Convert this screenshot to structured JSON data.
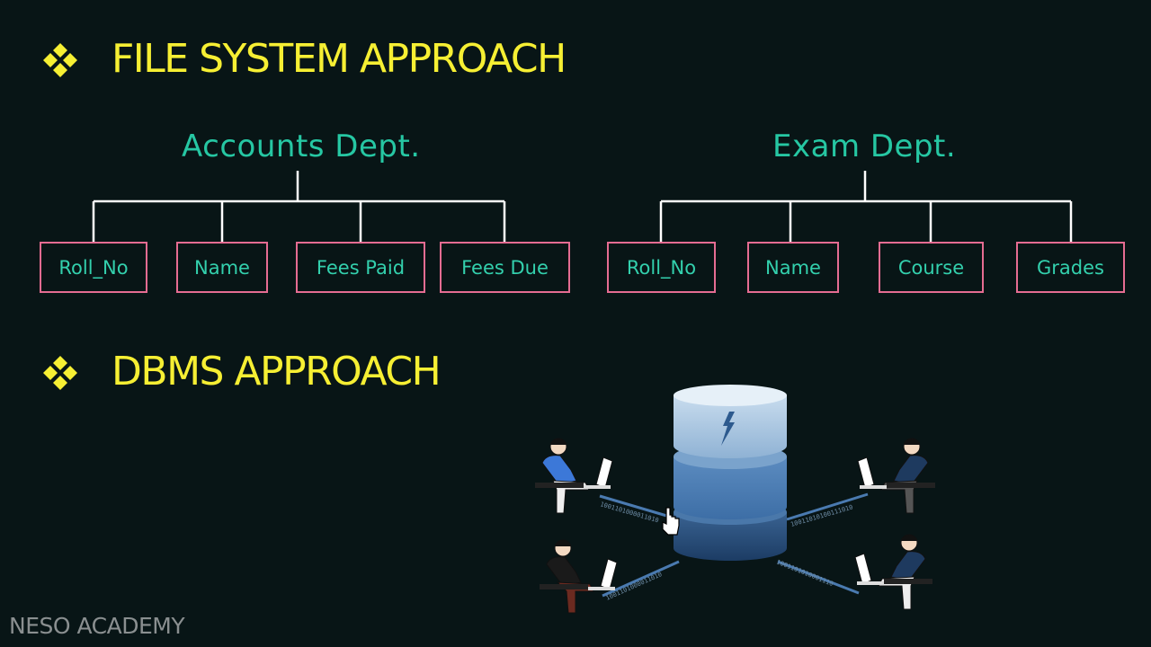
{
  "headings": {
    "file_system": "FILE SYSTEM APPROACH",
    "dbms": "DBMS  APPROACH"
  },
  "departments": [
    {
      "name": "Accounts Dept.",
      "fields": [
        "Roll_No",
        "Name",
        "Fees Paid",
        "Fees Due"
      ]
    },
    {
      "name": "Exam Dept.",
      "fields": [
        "Roll_No",
        "Name",
        "Course",
        "Grades"
      ]
    }
  ],
  "illustration": {
    "binary_text_1": "1001101000011010",
    "binary_text_2": "1001101000011010",
    "binary_text_3": "10011010100111010",
    "binary_text_4": "1001101010001110"
  },
  "watermark": "NESO ACADEMY",
  "colors": {
    "background": "#081516",
    "heading": "#f6ef33",
    "department": "#26c7a3",
    "field_text": "#33d0ad",
    "field_border": "#e56c92",
    "tree_lines": "#ffffff",
    "watermark": "#8a8f90"
  },
  "icons": [
    "diamond-bullet-icon",
    "database-icon",
    "user-at-computer-icon",
    "mouse-cursor-icon"
  ]
}
